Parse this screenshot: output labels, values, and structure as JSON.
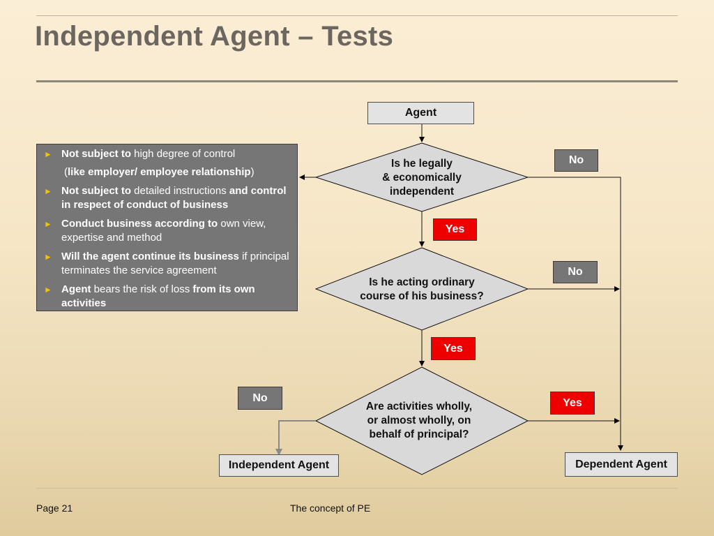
{
  "title": "Independent Agent – Tests",
  "flow": {
    "agent": "Agent",
    "q1": [
      "Is he legally",
      "& economically",
      "independent"
    ],
    "q2": [
      "Is he acting ordinary",
      "course of his business?"
    ],
    "q3": [
      "Are activities wholly,",
      "or almost wholly, on",
      "behalf of principal?"
    ],
    "no1": "No",
    "yes1": "Yes",
    "no2": "No",
    "yes2": "Yes",
    "no3": "No",
    "yes3": "Yes",
    "independent": "Independent Agent",
    "dependent": "Dependent Agent"
  },
  "criteria": [
    {
      "bullet": true,
      "parts": [
        {
          "t": "Not subject to",
          "b": true
        },
        {
          "t": " high degree of control",
          "b": false
        }
      ]
    },
    {
      "bullet": false,
      "parts": [
        {
          "t": "(",
          "b": false
        },
        {
          "t": "like employer/ employee relationship",
          "b": true
        },
        {
          "t": ")",
          "b": false
        }
      ]
    },
    {
      "bullet": true,
      "parts": [
        {
          "t": "Not subject to",
          "b": true
        },
        {
          "t": " detailed instructions ",
          "b": false
        },
        {
          "t": "and control in respect of conduct of business",
          "b": true
        }
      ]
    },
    {
      "bullet": true,
      "parts": [
        {
          "t": "Conduct business according to",
          "b": true
        },
        {
          "t": " own view, expertise and method",
          "b": false
        }
      ]
    },
    {
      "bullet": true,
      "parts": [
        {
          "t": "Will the agent continue its business",
          "b": true
        },
        {
          "t": " if principal terminates the service agreement",
          "b": false
        }
      ]
    },
    {
      "bullet": true,
      "parts": [
        {
          "t": "Agent",
          "b": true
        },
        {
          "t": " bears the risk of loss ",
          "b": false
        },
        {
          "t": "from its own activities",
          "b": true
        }
      ]
    }
  ],
  "colors": {
    "bullet": "#f2c200",
    "yes": "#ee0000",
    "no": "#767676",
    "box": "#e3e3e3"
  },
  "bullet_icon": "triangle-right-icon",
  "footer": {
    "page": "Page 21",
    "center": "The concept of PE"
  }
}
